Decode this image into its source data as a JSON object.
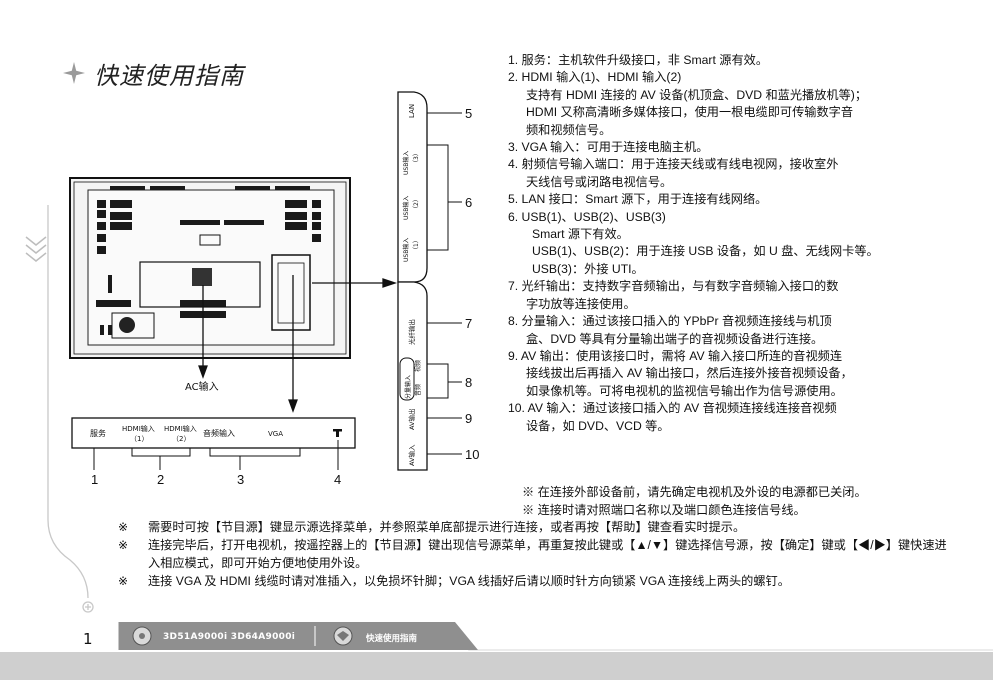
{
  "header": {
    "title": "快速使用指南"
  },
  "diagram": {
    "ac_label": "AC输入",
    "bottom_panel": {
      "labels": [
        "服务",
        "HDMI输入",
        "（1）",
        "HDMI输入",
        "（2）",
        "音频输入",
        "VGA"
      ],
      "callouts": [
        "1",
        "2",
        "3",
        "4"
      ]
    },
    "side_panel": {
      "labels": [
        "LAN",
        "USB输入",
        "（3）",
        "USB输入",
        "（2）",
        "USB输入",
        "（1）",
        "光纤输出",
        "分量输入",
        "视频",
        "音频",
        "AV输出",
        "AV输入"
      ],
      "callouts": [
        "5",
        "6",
        "7",
        "8",
        "9",
        "10"
      ]
    }
  },
  "list": [
    "1. 服务：主机软件升级接口，非 Smart 源有效。",
    "2. HDMI 输入(1)、HDMI 输入(2)",
    "支持有 HDMI 连接的 AV 设备(机顶盒、DVD 和蓝光播放机等)；",
    "HDMI 又称高清晰多媒体接口，使用一根电缆即可传输数字音",
    "频和视频信号。",
    "3. VGA 输入：可用于连接电脑主机。",
    "4. 射频信号输入端口：用于连接天线或有线电视网，接收室外",
    "天线信号或闭路电视信号。",
    "5. LAN 接口：Smart 源下，用于连接有线网络。",
    "6. USB(1)、USB(2)、USB(3)",
    "Smart 源下有效。",
    "USB(1)、USB(2)：用于连接 USB 设备，如 U 盘、无线网卡等。",
    "USB(3)：外接 UTI。",
    "7. 光纤输出：支持数字音频输出，与有数字音频输入接口的数",
    "字功放等连接使用。",
    "8. 分量输入：通过该接口插入的 YPbPr 音视频连接线与机顶",
    "盒、DVD 等具有分量输出端子的音视频设备进行连接。",
    "9. AV 输出：使用该接口时，需将 AV 输入接口所连的音视频连",
    "接线拔出后再插入 AV 输出接口，然后连接外接音视频设备，",
    "如录像机等。可将电视机的监视信号输出作为信号源使用。",
    "10. AV 输入：通过该接口插入的 AV 音视频连接线连接音视频",
    "设备，如 DVD、VCD 等。"
  ],
  "notes_right": [
    "※ 在连接外部设备前，请先确定电视机及外设的电源都已关闭。",
    "※ 连接时请对照端口名称以及端口颜色连接信号线。"
  ],
  "notes_main": [
    {
      "mark": "※",
      "text": "需要时可按【节目源】键显示源选择菜单，并参照菜单底部提示进行连接，或者再按【帮助】键查看实时提示。"
    },
    {
      "mark": "※",
      "text": "连接完毕后，打开电视机，按遥控器上的【节目源】键出现信号源菜单，再重复按此键或【▲/▼】键选择信号源，按【确定】键或【◀/▶】键快速进入相应模式，即可开始方便地使用外设。"
    },
    {
      "mark": "※",
      "text": "连接 VGA 及 HDMI 线缆时请对准插入，以免损坏针脚；VGA 线插好后请以顺时针方向锁紧 VGA 连接线上两头的螺钉。"
    }
  ],
  "footer": {
    "page_number": "1",
    "model": "3D51A9000i   3D64A9000i",
    "section": "快速使用指南"
  }
}
